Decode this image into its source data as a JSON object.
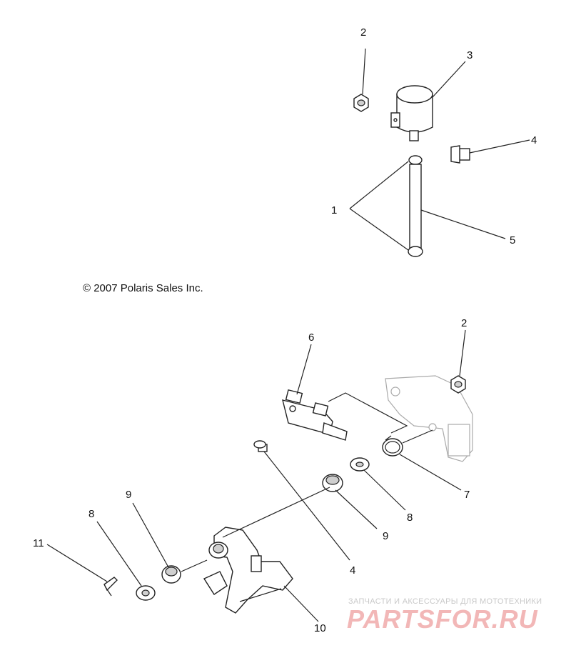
{
  "copyright": "© 2007 Polaris Sales Inc.",
  "watermark": {
    "tagline": "ЗАПЧАСТИ И АКСЕССУАРЫ ДЛЯ МОТОТЕХНИКИ",
    "brand": "PARTSFOR.RU"
  },
  "callouts": {
    "top_2": "2",
    "top_3": "3",
    "top_4": "4",
    "top_1": "1",
    "top_5": "5",
    "bot_6": "6",
    "bot_2": "2",
    "bot_7": "7",
    "bot_8_right": "8",
    "bot_9_right": "9",
    "bot_4": "4",
    "bot_9_left": "9",
    "bot_8_left": "8",
    "bot_11": "11",
    "bot_10": "10"
  }
}
